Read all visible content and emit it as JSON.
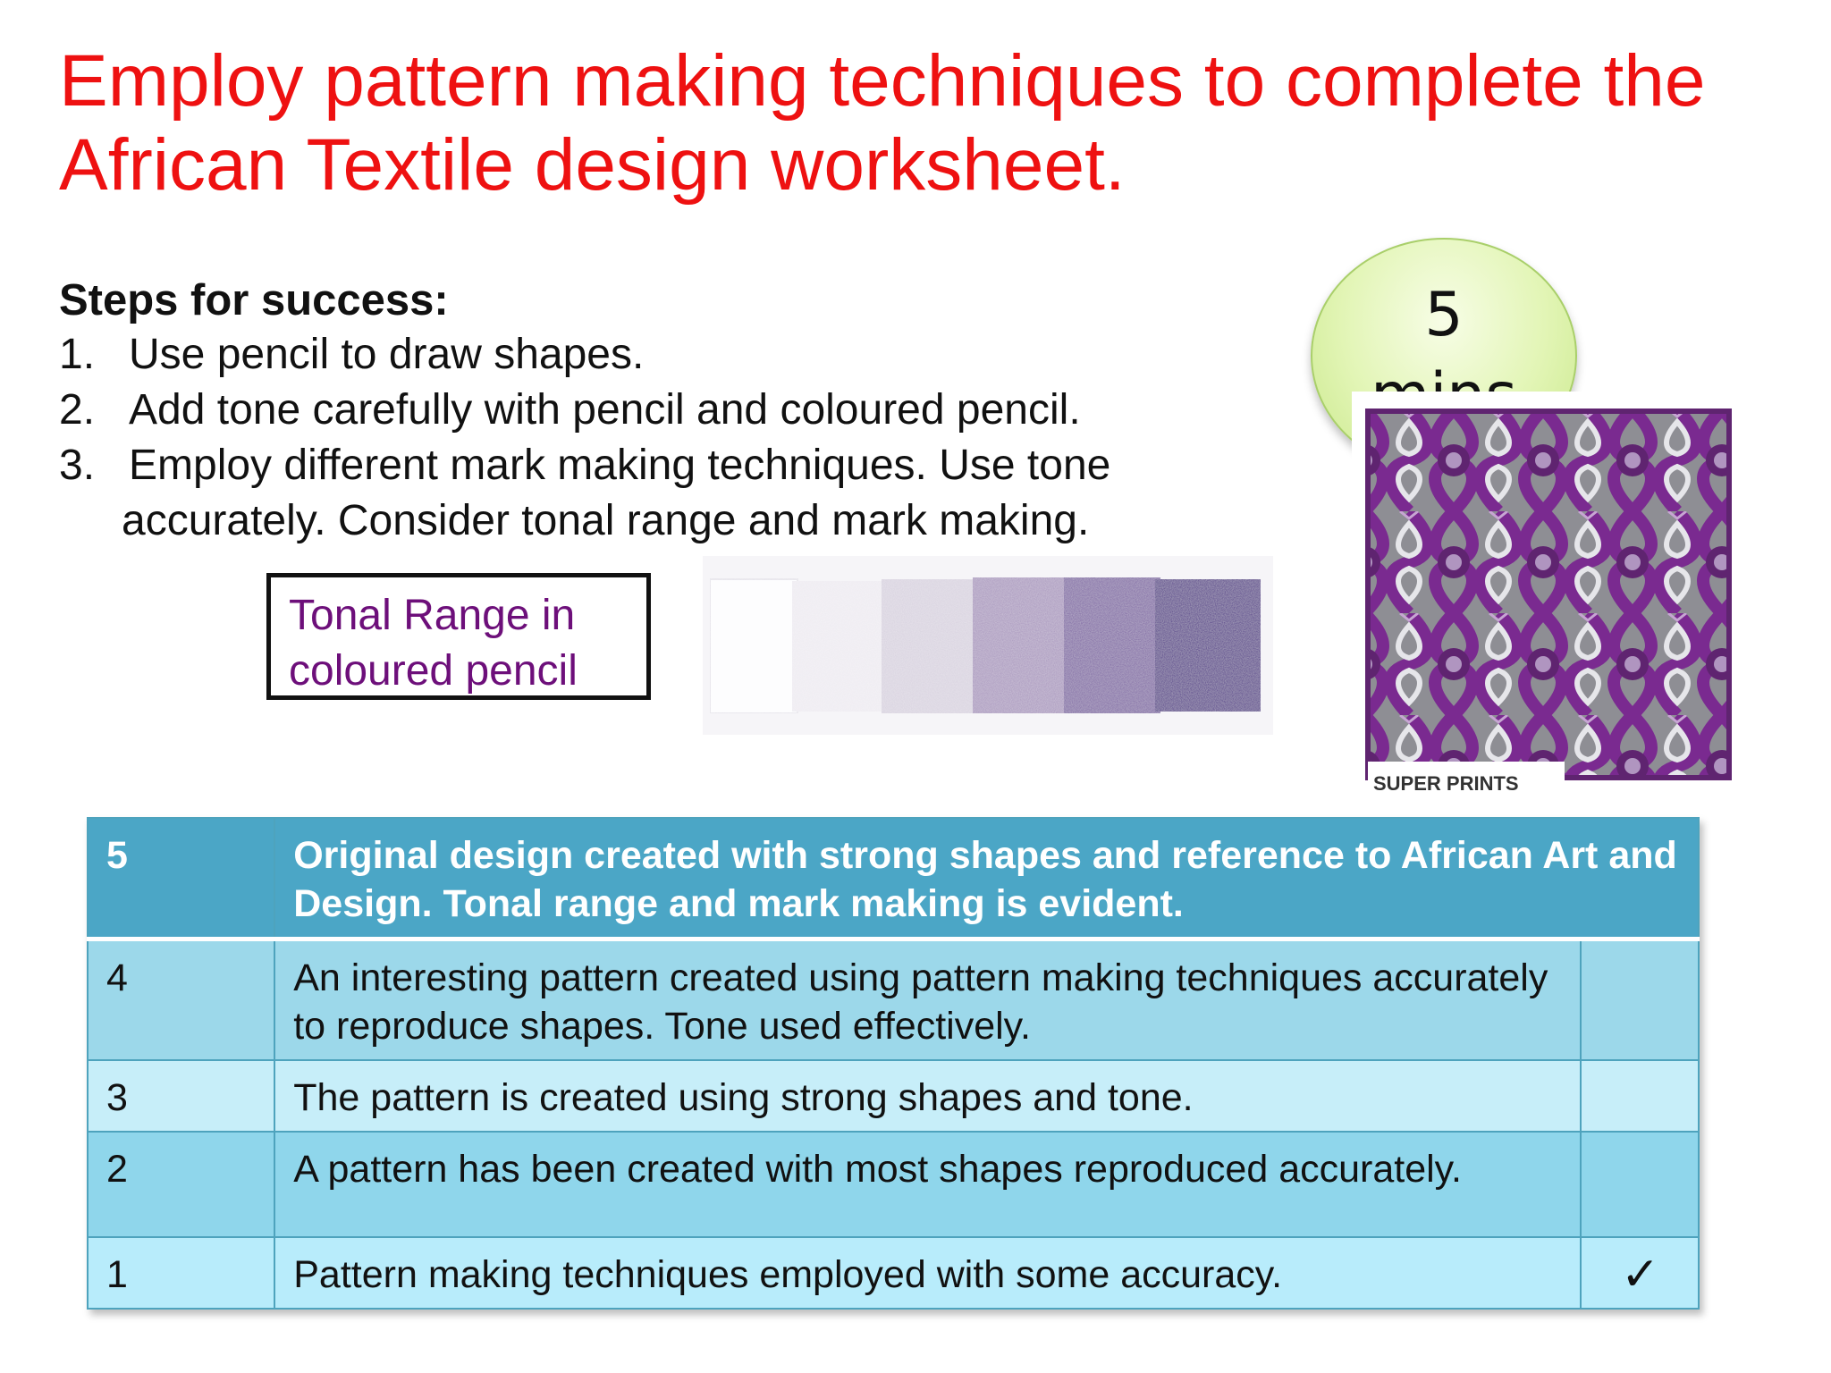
{
  "title": "Employ pattern making techniques to complete the African Textile design worksheet.",
  "steps": {
    "heading": "Steps for success:",
    "items": [
      {
        "num": "1.",
        "text": "Use pencil to draw shapes.",
        "cont": ""
      },
      {
        "num": "2.",
        "text": "Add tone carefully with pencil and coloured pencil.",
        "cont": ""
      },
      {
        "num": "3.",
        "text": "Employ different mark making techniques. Use tone",
        "cont": "accurately. Consider tonal range and mark making."
      }
    ]
  },
  "tone_label": {
    "line1": "Tonal Range in",
    "line2": "coloured pencil"
  },
  "timer": {
    "number": "5",
    "unit": "mins"
  },
  "textile_label": "SUPER PRINTS",
  "rubric": {
    "rows": [
      {
        "score": "5",
        "description": "Original design created with strong shapes and reference to African Art and Design. Tonal range and mark making is evident.",
        "check": ""
      },
      {
        "score": "4",
        "description": "An interesting pattern created using pattern making techniques accurately to reproduce shapes. Tone used effectively.",
        "check": ""
      },
      {
        "score": "3",
        "description": "The pattern is created using strong shapes and tone.",
        "check": ""
      },
      {
        "score": "2",
        "description": "A pattern has been created with most shapes reproduced accurately.",
        "check": ""
      },
      {
        "score": "1",
        "description": "Pattern making techniques employed with some accuracy.",
        "check": "✓"
      }
    ]
  },
  "colors": {
    "title": "#ee1111",
    "tone_text": "#6d0f7a",
    "purple_pattern": "#7a2a90",
    "rubric_header": "#4ba6c6"
  }
}
